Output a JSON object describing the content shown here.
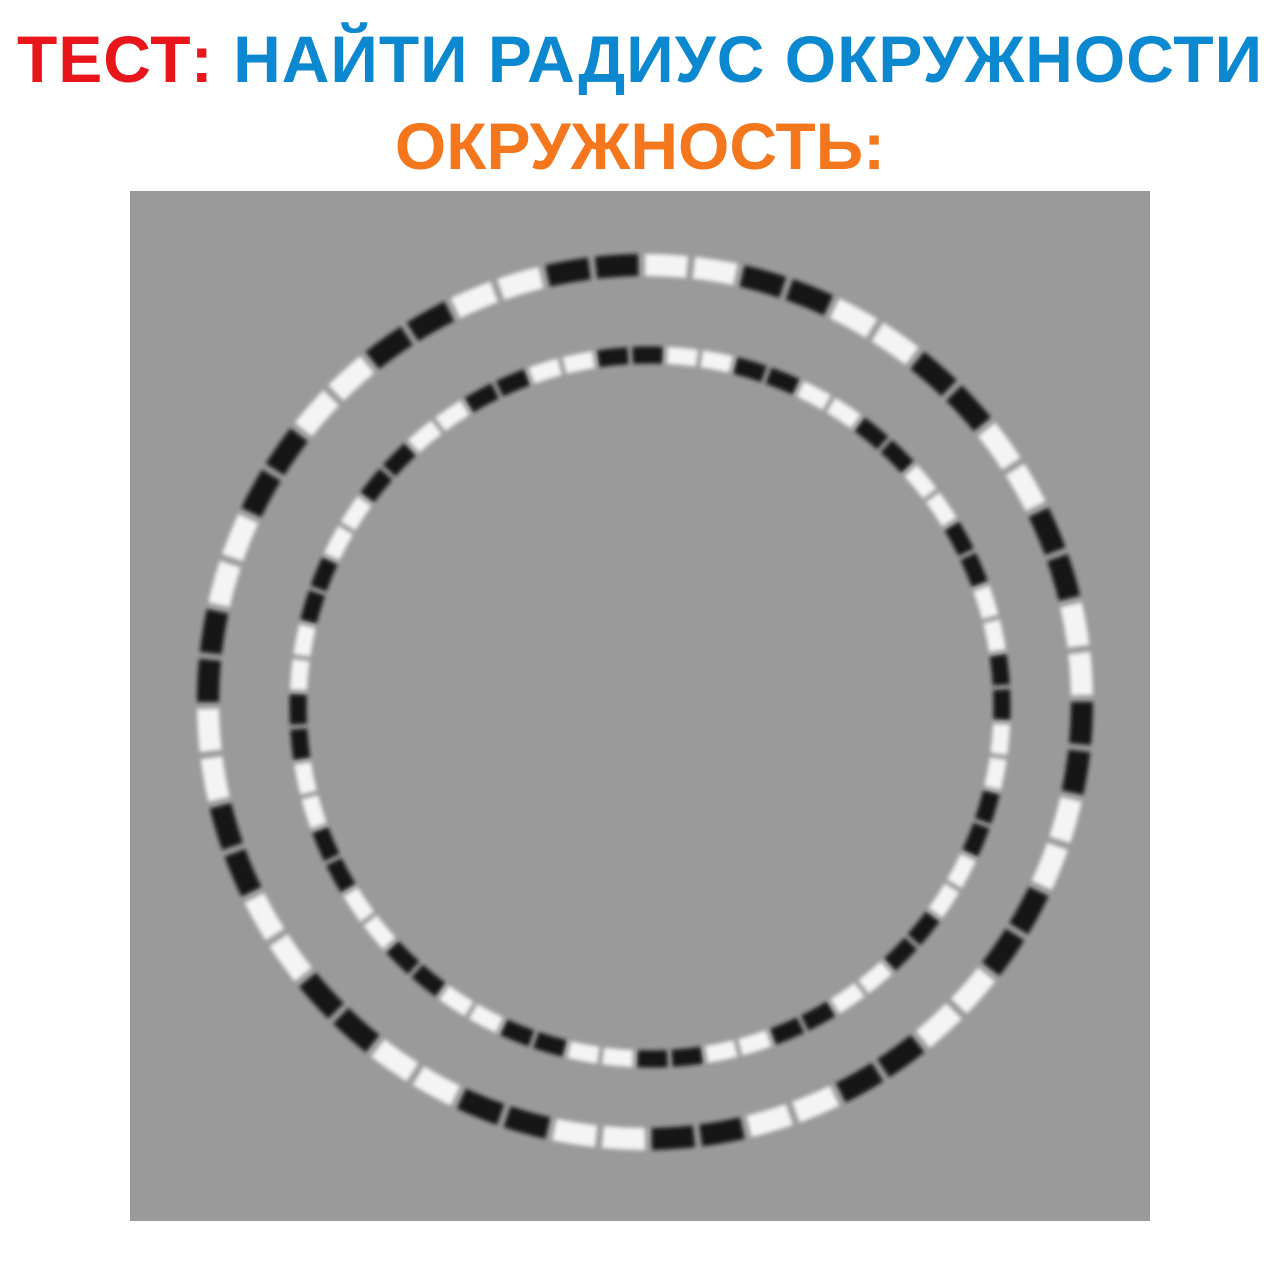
{
  "heading": {
    "test_word": "ТЕСТ:",
    "task": "НАЙТИ РАДИУС ОКРУЖНОСТИ",
    "circle_label": "ОКРУЖНОСТЬ:"
  },
  "colors": {
    "test_word": "#e8151b",
    "task": "#0b88cf",
    "circle_label": "#f4771d",
    "panel_background": "#9a9a9a",
    "dark_dash": "#141414",
    "light_dash": "#f4f4f4"
  },
  "illusion": {
    "rings": [
      {
        "name": "outer-ring",
        "segments": 56,
        "pattern": [
          "light",
          "light",
          "dark",
          "dark"
        ]
      },
      {
        "name": "inner-ring",
        "segments": 64,
        "pattern": [
          "light",
          "light",
          "dark",
          "dark"
        ]
      }
    ]
  }
}
